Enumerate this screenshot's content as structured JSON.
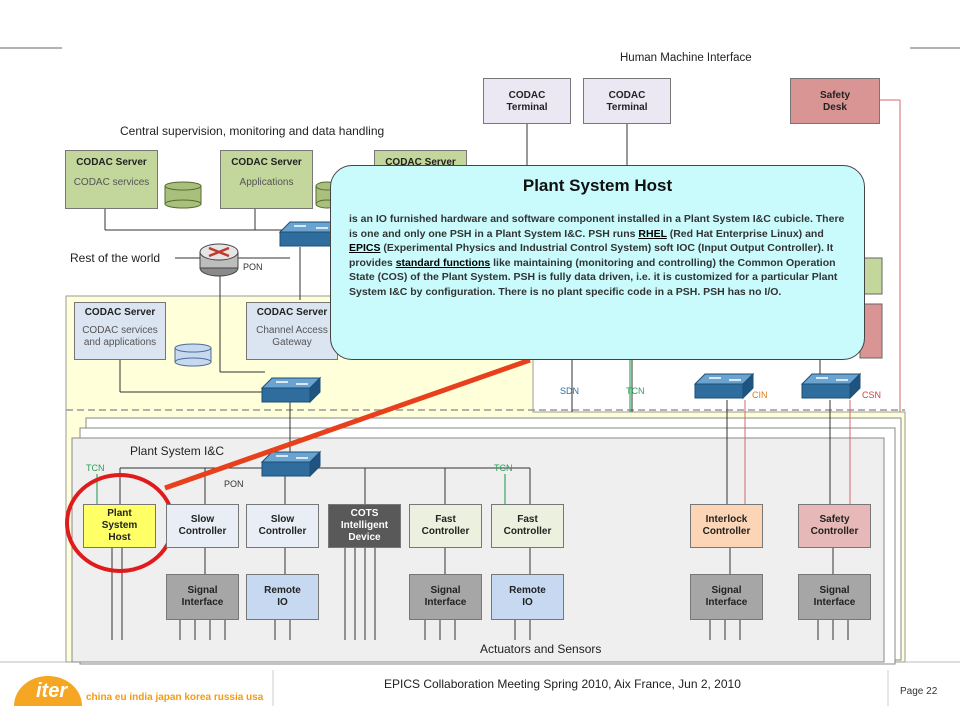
{
  "labels": {
    "hmi": "Human Machine Interface",
    "central": "Central supervision, monitoring and data handling",
    "rest_world": "Rest of the world",
    "pon_top": "PON",
    "plant_ic": "Plant System I&C",
    "pon_mid": "PON",
    "tcn_left": "TCN",
    "tcn_right": "TCN",
    "sdn": "SDN",
    "tcn_bottom": "TCN",
    "cin": "CIN",
    "csn": "CSN",
    "actuators": "Actuators and Sensors"
  },
  "hmi_boxes": [
    {
      "title": "CODAC",
      "subtitle": "Terminal"
    },
    {
      "title": "CODAC",
      "subtitle": "Terminal"
    },
    {
      "title": "Safety",
      "subtitle": "Desk"
    }
  ],
  "servers_top": [
    {
      "title": "CODAC Server",
      "sub1": "CODAC services"
    },
    {
      "title": "CODAC Server",
      "sub1": "Applications"
    },
    {
      "title": "CODAC Server",
      "sub1": ""
    }
  ],
  "servers_mid": [
    {
      "title": "CODAC Server",
      "sub1": "CODAC services",
      "sub2": "and applications"
    },
    {
      "title": "CODAC Server",
      "sub1": "Channel Access",
      "sub2": "Gateway"
    }
  ],
  "controllers": [
    {
      "l1": "Plant",
      "l2": "System",
      "l3": "Host"
    },
    {
      "l1": "Slow",
      "l2": "Controller",
      "l3": ""
    },
    {
      "l1": "Slow",
      "l2": "Controller",
      "l3": ""
    },
    {
      "l1": "COTS",
      "l2": "Intelligent",
      "l3": "Device"
    },
    {
      "l1": "Fast",
      "l2": "Controller",
      "l3": ""
    },
    {
      "l1": "Fast",
      "l2": "Controller",
      "l3": ""
    },
    {
      "l1": "Interlock",
      "l2": "Controller",
      "l3": ""
    },
    {
      "l1": "Safety",
      "l2": "Controller",
      "l3": ""
    }
  ],
  "io_boxes": [
    {
      "l1": "Signal",
      "l2": "Interface"
    },
    {
      "l1": "Remote",
      "l2": "IO"
    },
    {
      "l1": "Signal",
      "l2": "Interface"
    },
    {
      "l1": "Remote",
      "l2": "IO"
    },
    {
      "l1": "Signal",
      "l2": "Interface"
    },
    {
      "l1": "Signal",
      "l2": "Interface"
    }
  ],
  "popup": {
    "title": "Plant System Host",
    "t1": "is an IO furnished hardware and software component installed in a Plant System I&C cubicle. There is one and only one PSH in a Plant System I&C. PSH runs ",
    "link1": "RHEL",
    "t2": " (Red Hat Enterprise Linux) and ",
    "link2": "EPICS",
    "t3": " (Experimental Physics and Industrial Control System) soft IOC (Input Output Controller). It provides ",
    "link3": "standard functions",
    "t4": " like maintaining (monitoring and controlling) the Common Operation State (COS) of the Plant System. PSH is fully data driven, i.e. it is customized for a particular Plant System I&C by configuration. There is no plant specific code in a PSH. PSH has no I/O."
  },
  "footer": {
    "logo": "iter",
    "tagline": "china eu india japan korea russia usa",
    "conference": "EPICS Collaboration Meeting Spring 2010, Aix France, Jun 2, 2010",
    "page": "Page 22"
  },
  "colors": {
    "hmi_fill": "#ebe8f4",
    "safety_fill": "#d99594",
    "server_fill": "#c3d69b",
    "server_mid_fill": "#dbe5f1",
    "psh_fill": "#ffff66",
    "cots_fill": "#595959",
    "interlock_fill": "#fbd5b5",
    "safety_ctrl_fill": "#e6b9b8",
    "signal_fill": "#a6a6a6",
    "remote_fill": "#c6d9f1",
    "zone_fill": "#ffffd9",
    "switch_fill": "#2f6d9e",
    "highlight": "#e8401c",
    "popup_fill": "#c9fbfc"
  }
}
